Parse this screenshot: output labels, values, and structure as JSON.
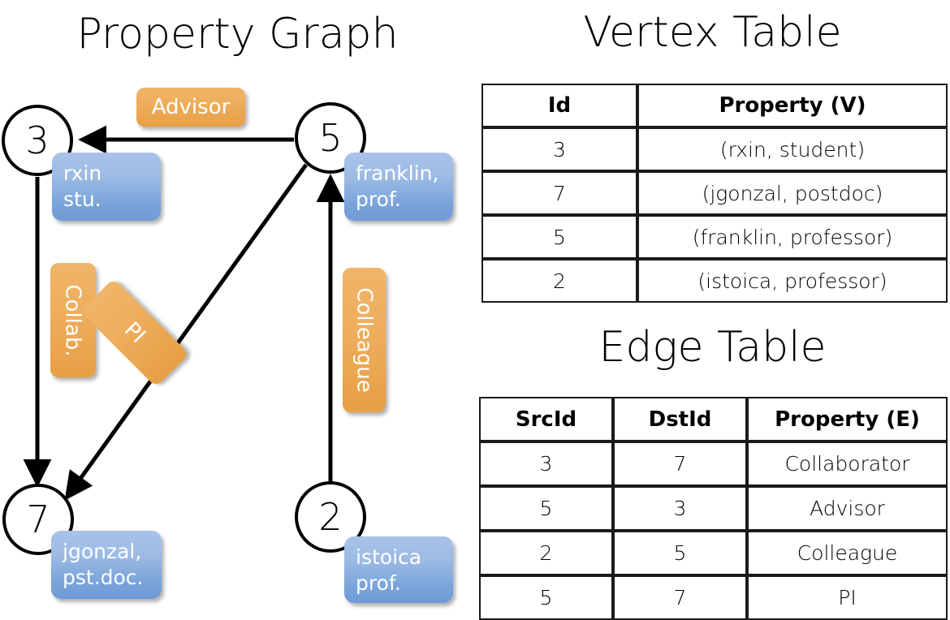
{
  "titles": {
    "property_graph": "Property Graph",
    "vertex_table": "Vertex Table",
    "edge_table": "Edge Table"
  },
  "colors": {
    "vertex_shade": "#d5e0f2",
    "edge_shade": "#f6dfc4",
    "node_bubble": "#7aa4da",
    "edge_bubble": "#eeae5d",
    "stroke": "#000000"
  },
  "graph": {
    "nodes": [
      {
        "id": "3",
        "prop_line1": "rxin",
        "prop_line2": "stu."
      },
      {
        "id": "5",
        "prop_line1": "franklin,",
        "prop_line2": "prof."
      },
      {
        "id": "7",
        "prop_line1": "jgonzal,",
        "prop_line2": "pst.doc."
      },
      {
        "id": "2",
        "prop_line1": "istoica",
        "prop_line2": "prof."
      }
    ],
    "edge_labels": [
      {
        "text": "Advisor",
        "orientation": "horizontal"
      },
      {
        "text": "Collab.",
        "orientation": "vertical"
      },
      {
        "text": "PI",
        "orientation": "diagonal"
      },
      {
        "text": "Colleague",
        "orientation": "vertical"
      }
    ]
  },
  "vertex_table": {
    "headers": [
      "Id",
      "Property (V)"
    ],
    "rows": [
      [
        "3",
        "(rxin, student)"
      ],
      [
        "7",
        "(jgonzal, postdoc)"
      ],
      [
        "5",
        "(franklin, professor)"
      ],
      [
        "2",
        "(istoica, professor)"
      ]
    ]
  },
  "edge_table": {
    "headers": [
      "SrcId",
      "DstId",
      "Property (E)"
    ],
    "rows": [
      [
        "3",
        "7",
        "Collaborator"
      ],
      [
        "5",
        "3",
        "Advisor"
      ],
      [
        "2",
        "5",
        "Colleague"
      ],
      [
        "5",
        "7",
        "PI"
      ]
    ]
  }
}
